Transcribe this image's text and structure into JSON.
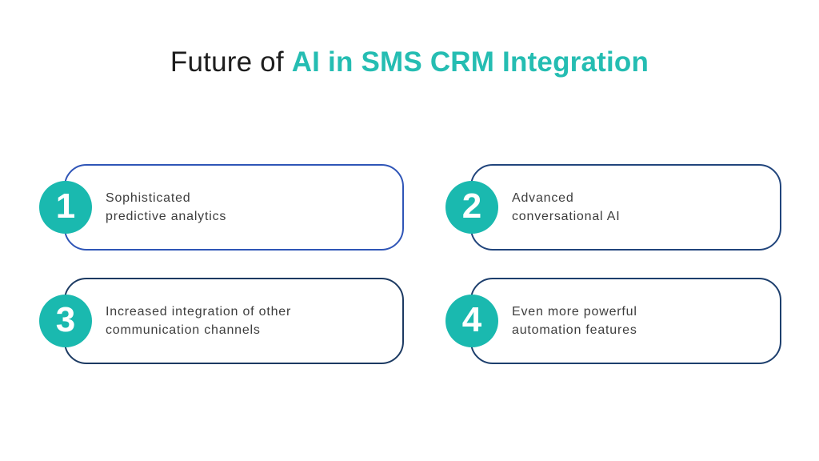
{
  "title": {
    "prefix": "Future of ",
    "highlight": "AI in SMS CRM Integration"
  },
  "cards": [
    {
      "number": "1",
      "line1": "Sophisticated",
      "line2": "predictive analytics"
    },
    {
      "number": "2",
      "line1": "Advanced",
      "line2": "conversational AI"
    },
    {
      "number": "3",
      "line1": "Increased integration of other",
      "line2": "communication channels"
    },
    {
      "number": "4",
      "line1": "Even more powerful",
      "line2": "automation features"
    }
  ],
  "colors": {
    "background": "#ffffff",
    "title_text": "#1d1d1d",
    "title_highlight": "#25bdb2",
    "teal_accent": "#1ab9af",
    "number_text": "#ffffff",
    "body_text": "#3d3d3d",
    "card_borders": [
      "#2f55b7",
      "#21457c",
      "#1c3a62",
      "#1d3f6d"
    ]
  }
}
